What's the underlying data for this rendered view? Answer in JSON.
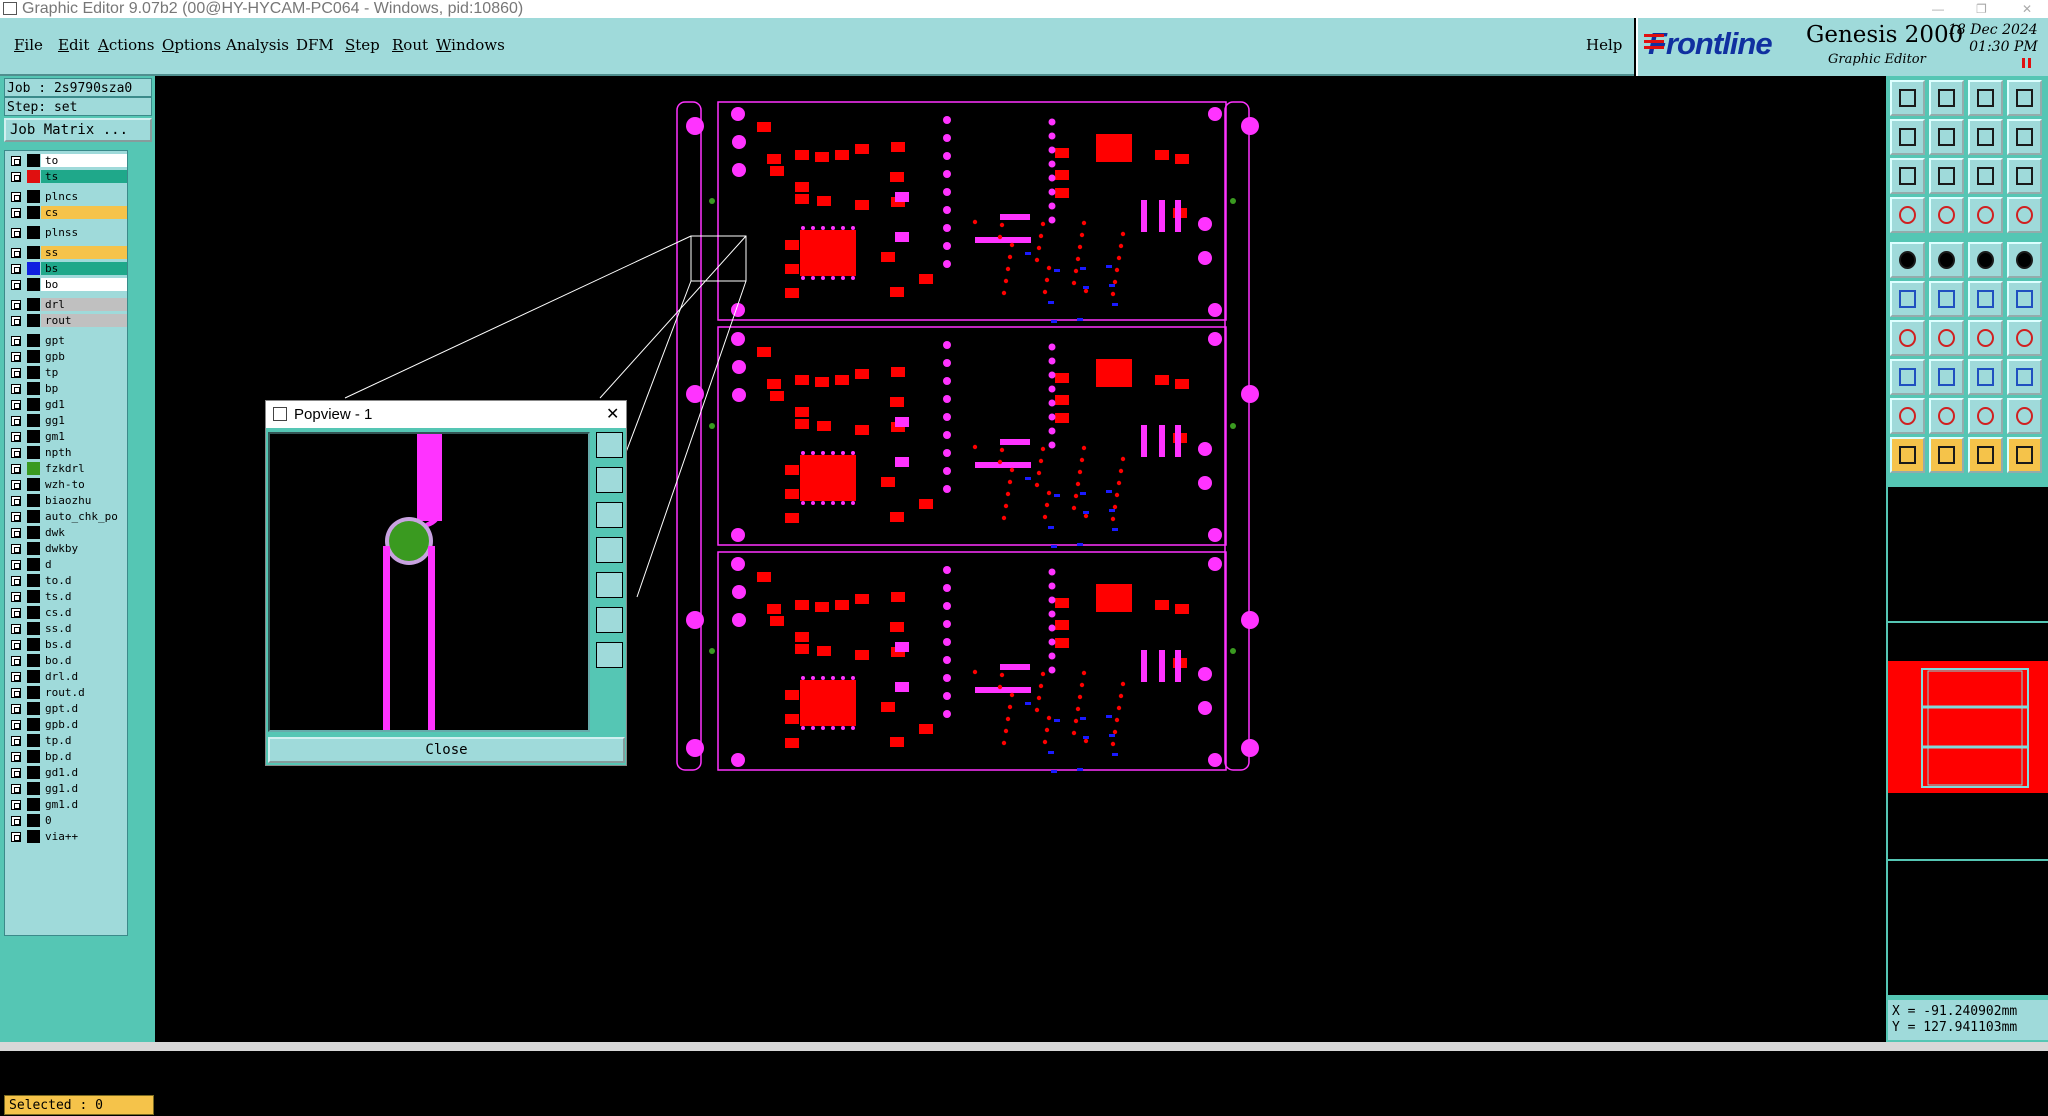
{
  "window": {
    "title": "Graphic Editor 9.07b2 (00@HY-HYCAM-PC064 - Windows, pid:10860)"
  },
  "menu": {
    "items": [
      {
        "label": "File",
        "u": "F"
      },
      {
        "label": "Edit",
        "u": "E"
      },
      {
        "label": "Actions",
        "u": "A"
      },
      {
        "label": "Options",
        "u": "O"
      },
      {
        "label": "Analysis",
        "u": ""
      },
      {
        "label": "DFM",
        "u": ""
      },
      {
        "label": "Step",
        "u": "S"
      },
      {
        "label": "Rout",
        "u": "R"
      },
      {
        "label": "Windows",
        "u": "W"
      }
    ],
    "help": "Help"
  },
  "brand": {
    "logo": "Frontline",
    "product": "Genesis 2000",
    "subtitle": "Graphic Editor",
    "date": "18 Dec 2024",
    "time": "01:30 PM"
  },
  "job": {
    "job_label": "Job : 2s9790sza0",
    "step_label": "Step: set",
    "job_matrix": "Job Matrix ..."
  },
  "layers": [
    {
      "name": "to",
      "bg": "#ffffff",
      "swatch": "#000000"
    },
    {
      "name": "ts",
      "bg": "#1fa88a",
      "swatch": "#e01010"
    },
    {
      "name": "plncs",
      "bg": "#9fdada",
      "swatch": "#000000"
    },
    {
      "name": "cs",
      "bg": "#f5c34a",
      "swatch": "#000000"
    },
    {
      "name": "plnss",
      "bg": "#9fdada",
      "swatch": "#000000"
    },
    {
      "name": "ss",
      "bg": "#f5c34a",
      "swatch": "#000000"
    },
    {
      "name": "bs",
      "bg": "#1fa88a",
      "swatch": "#1020e0"
    },
    {
      "name": "bo",
      "bg": "#ffffff",
      "swatch": "#000000"
    },
    {
      "name": "drl",
      "bg": "#c0c0c0",
      "swatch": "#000000"
    },
    {
      "name": "rout",
      "bg": "#c0c0c0",
      "swatch": "#000000"
    },
    {
      "name": "gpt",
      "bg": "#9fdada",
      "swatch": "#000000"
    },
    {
      "name": "gpb",
      "bg": "#9fdada",
      "swatch": "#000000"
    },
    {
      "name": "tp",
      "bg": "#9fdada",
      "swatch": "#000000"
    },
    {
      "name": "bp",
      "bg": "#9fdada",
      "swatch": "#000000"
    },
    {
      "name": "gd1",
      "bg": "#9fdada",
      "swatch": "#000000"
    },
    {
      "name": "gg1",
      "bg": "#9fdada",
      "swatch": "#000000"
    },
    {
      "name": "gm1",
      "bg": "#9fdada",
      "swatch": "#000000"
    },
    {
      "name": "npth",
      "bg": "#9fdada",
      "swatch": "#000000"
    },
    {
      "name": "fzkdrl",
      "bg": "#9fdada",
      "swatch": "#3a9a20"
    },
    {
      "name": "wzh-to",
      "bg": "#9fdada",
      "swatch": "#000000"
    },
    {
      "name": "biaozhu",
      "bg": "#9fdada",
      "swatch": "#000000"
    },
    {
      "name": "auto_chk_po",
      "bg": "#9fdada",
      "swatch": "#000000"
    },
    {
      "name": "dwk",
      "bg": "#9fdada",
      "swatch": "#000000"
    },
    {
      "name": "dwkby",
      "bg": "#9fdada",
      "swatch": "#000000"
    },
    {
      "name": "d",
      "bg": "#9fdada",
      "swatch": "#000000"
    },
    {
      "name": "to.d",
      "bg": "#9fdada",
      "swatch": "#000000"
    },
    {
      "name": "ts.d",
      "bg": "#9fdada",
      "swatch": "#000000"
    },
    {
      "name": "cs.d",
      "bg": "#9fdada",
      "swatch": "#000000"
    },
    {
      "name": "ss.d",
      "bg": "#9fdada",
      "swatch": "#000000"
    },
    {
      "name": "bs.d",
      "bg": "#9fdada",
      "swatch": "#000000"
    },
    {
      "name": "bo.d",
      "bg": "#9fdada",
      "swatch": "#000000"
    },
    {
      "name": "drl.d",
      "bg": "#9fdada",
      "swatch": "#000000"
    },
    {
      "name": "rout.d",
      "bg": "#9fdada",
      "swatch": "#000000"
    },
    {
      "name": "gpt.d",
      "bg": "#9fdada",
      "swatch": "#000000"
    },
    {
      "name": "gpb.d",
      "bg": "#9fdada",
      "swatch": "#000000"
    },
    {
      "name": "tp.d",
      "bg": "#9fdada",
      "swatch": "#000000"
    },
    {
      "name": "bp.d",
      "bg": "#9fdada",
      "swatch": "#000000"
    },
    {
      "name": "gd1.d",
      "bg": "#9fdada",
      "swatch": "#000000"
    },
    {
      "name": "gg1.d",
      "bg": "#9fdada",
      "swatch": "#000000"
    },
    {
      "name": "gm1.d",
      "bg": "#9fdada",
      "swatch": "#000000"
    },
    {
      "name": "0",
      "bg": "#9fdada",
      "swatch": "#000000"
    },
    {
      "name": "via++",
      "bg": "#9fdada",
      "swatch": "#000000"
    }
  ],
  "status": {
    "selected": "Selected : 0"
  },
  "popview": {
    "title": "Popview - 1",
    "close_label": "Close",
    "close_icon": "close-icon"
  },
  "coords": {
    "x": "X = -91.240902mm",
    "y": "Y = 127.941103mm"
  },
  "colors": {
    "pad_red": "#ff0000",
    "feature_magenta": "#ff33ff",
    "feature_blue": "#1a1aff",
    "drill_green": "#3a9a20",
    "panel_teal": "#9fdada"
  }
}
